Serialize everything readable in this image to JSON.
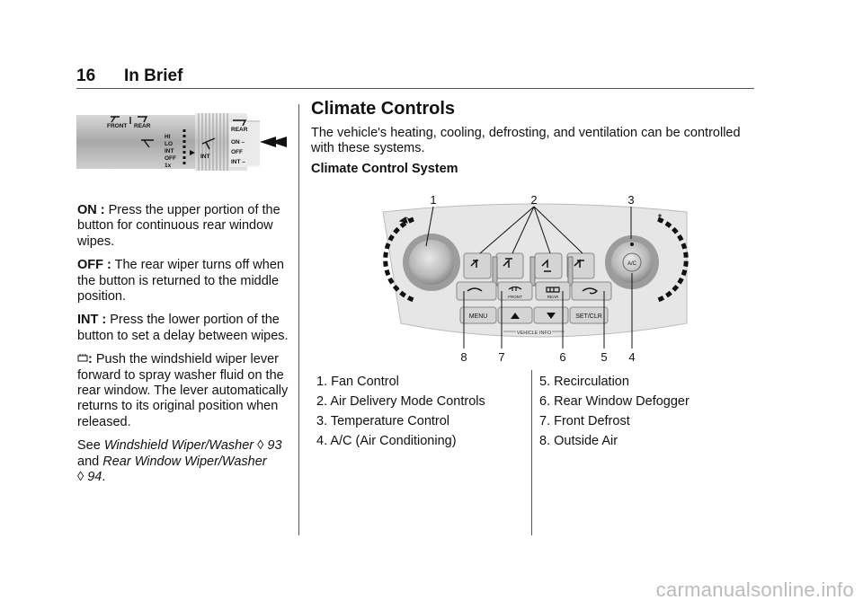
{
  "header": {
    "page_number": "16",
    "section": "In Brief"
  },
  "wiper_figure": {
    "labels": {
      "front": "FRONT",
      "rear": "REAR",
      "hi": "HI",
      "lo": "LO",
      "int": "INT",
      "off": "OFF",
      "onex": "1x",
      "int2": "INT",
      "rear2": "REAR",
      "on": "ON –",
      "off2": "OFF",
      "int3": "INT –"
    }
  },
  "left": {
    "on_label": "ON :",
    "on_text": "Press the upper portion of the button for continuous rear window wipes.",
    "off_label": "OFF :",
    "off_text": "The rear wiper turns off when the button is returned to the middle position.",
    "int_label": "INT :",
    "int_text": "Press the lower portion of the button to set a delay between wipes.",
    "washer_label": ":",
    "washer_text": "Push the windshield wiper lever forward to spray washer fluid on the rear window. The lever automatically returns to its original position when released.",
    "see_prefix": "See",
    "ref1_title": "Windshield Wiper/Washer",
    "ref1_page": "93",
    "and_text": "and",
    "ref2_title": "Rear Window Wiper/Washer",
    "ref2_page": "94",
    "page_symbol": "◊"
  },
  "main": {
    "title": "Climate Controls",
    "intro": "The vehicle's heating, cooling, defrosting, and ventilation can be controlled with these systems.",
    "subtitle": "Climate Control System"
  },
  "climate_figure": {
    "callouts": [
      "1",
      "2",
      "3",
      "8",
      "7",
      "6",
      "5",
      "4"
    ],
    "buttons": {
      "menu": "MENU",
      "setclr": "SET/CLR",
      "vehicle_info": "VEHICLE INFO",
      "front": "FRONT",
      "rear": "REAR",
      "ac": "A/C"
    }
  },
  "legend_left": [
    "1. Fan Control",
    "2. Air Delivery Mode Controls",
    "3. Temperature Control",
    "4. A/C (Air Conditioning)"
  ],
  "legend_right": [
    "5. Recirculation",
    "6. Rear Window Defogger",
    "7. Front Defrost",
    "8. Outside Air"
  ],
  "watermark": "carmanualsonline.info"
}
